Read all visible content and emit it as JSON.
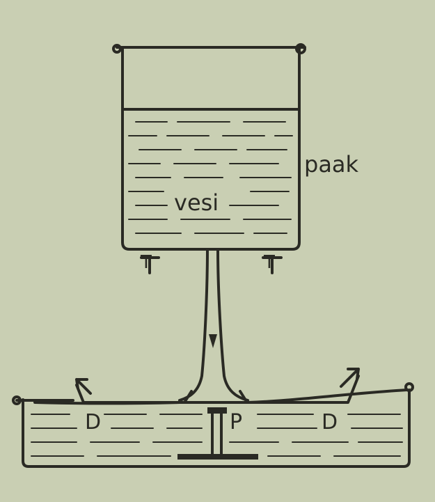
{
  "labels": {
    "container": "paak",
    "water": "vesi",
    "left_tray": "D",
    "post": "P",
    "right_tray": "D",
    "left_leg": "T",
    "right_leg": "T"
  },
  "colors": {
    "background": "#c9cfb3",
    "ink": "#2a2a24"
  }
}
